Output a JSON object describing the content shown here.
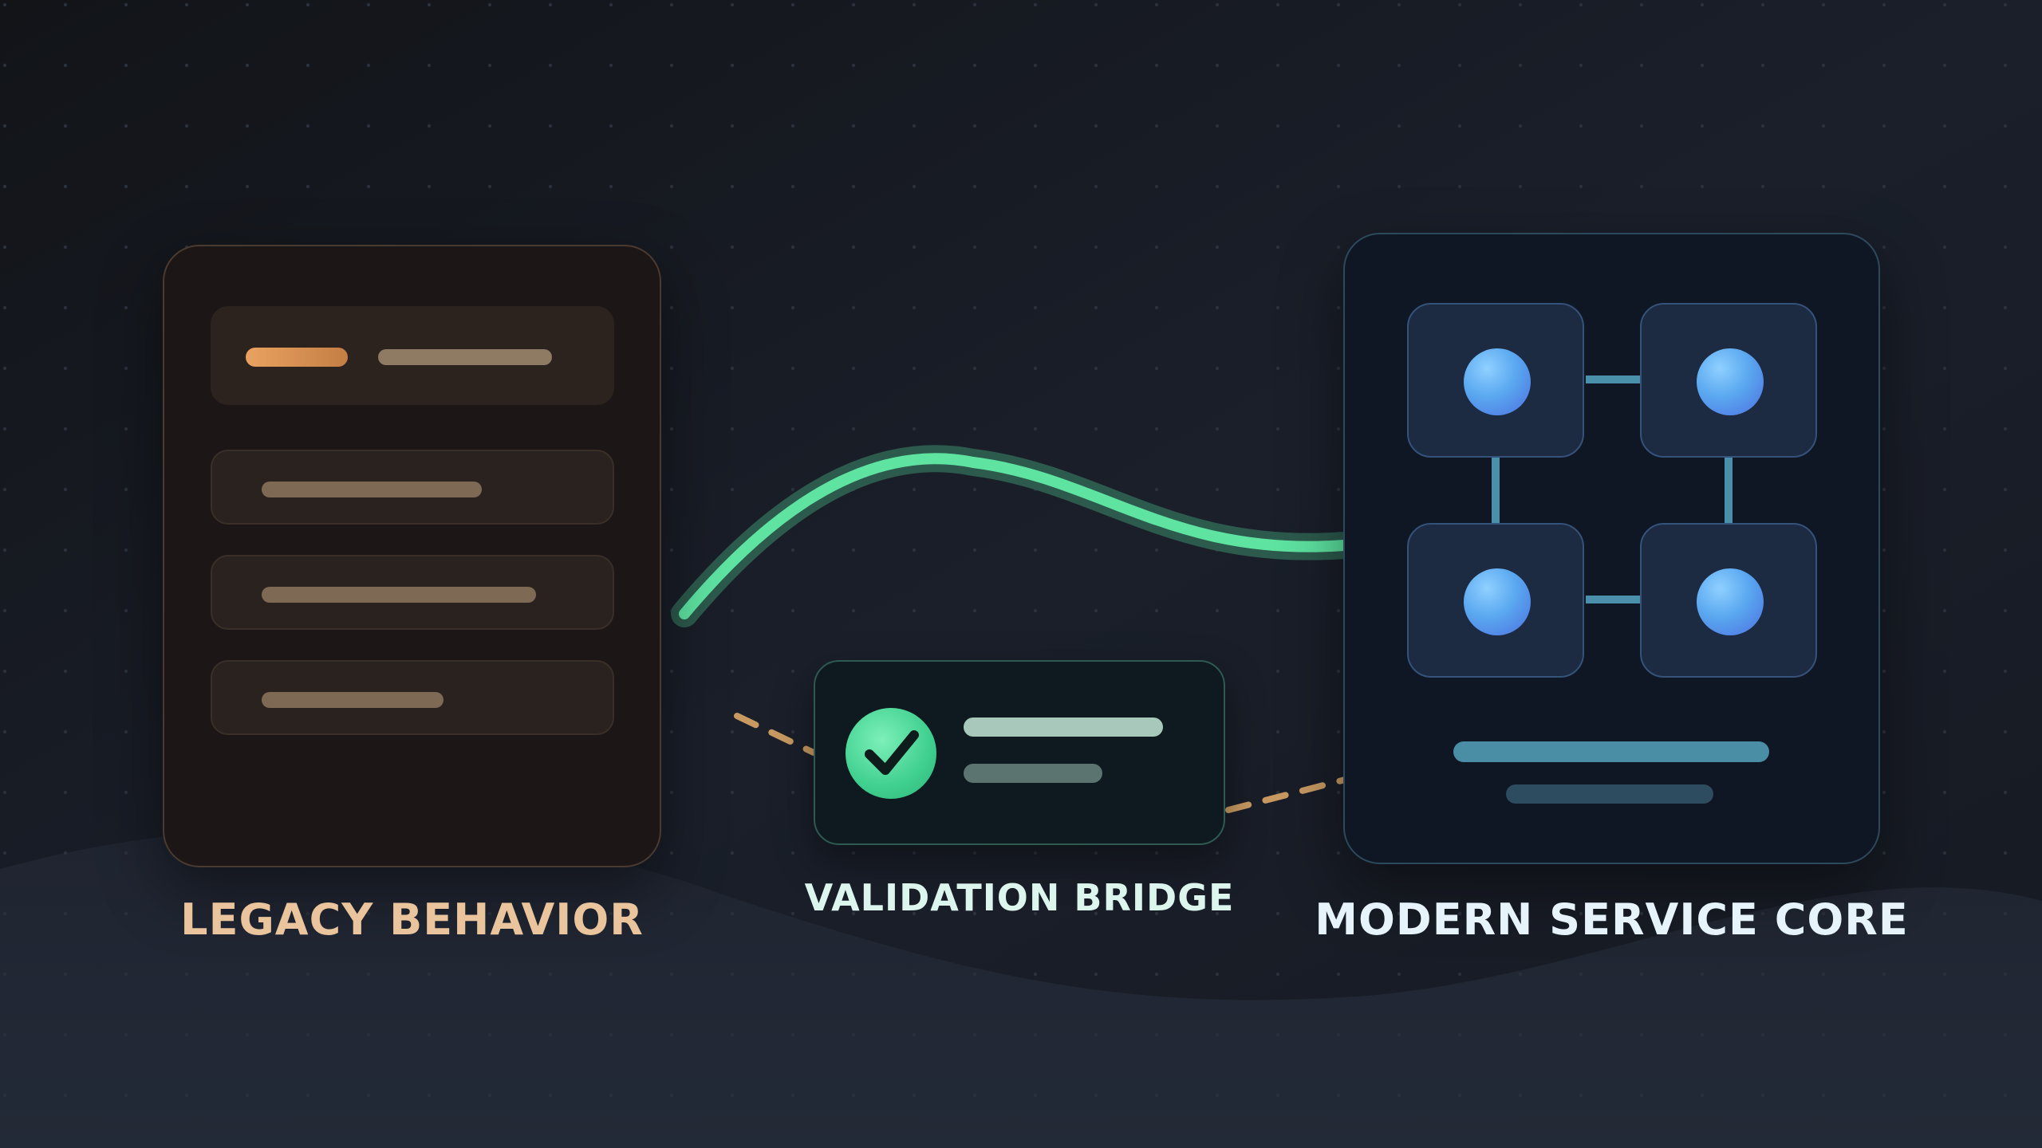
{
  "labels": {
    "legacy": "LEGACY BEHAVIOR",
    "bridge": "VALIDATION BRIDGE",
    "modern": "MODERN SERVICE CORE"
  },
  "icons": {
    "bridge_status": "check-icon"
  },
  "colors": {
    "background": "#161a22",
    "legacy_accent": "#e9a260",
    "legacy_text": "#e9c49c",
    "bridge_curve": "#5ee3a1",
    "dashed_link": "#c89a62",
    "modern_node": "#5aa8f0",
    "modern_link": "#4a90aa"
  }
}
